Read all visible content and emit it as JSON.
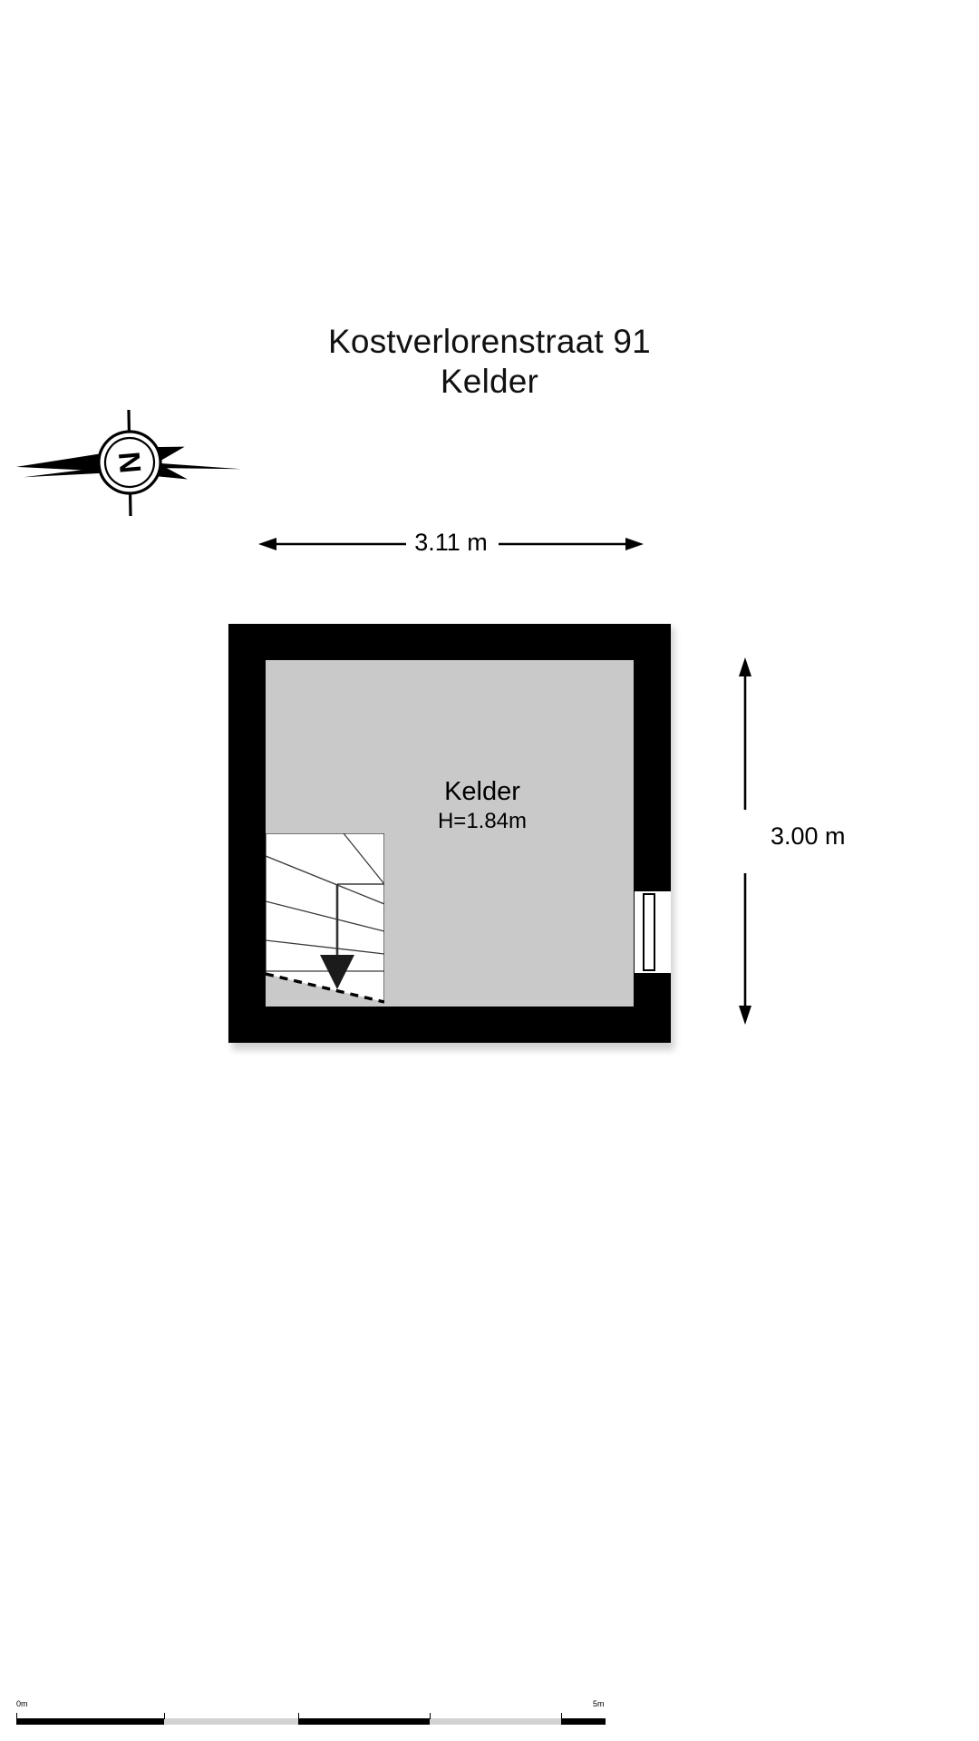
{
  "document": {
    "title_address": "Kostverlorenstraat 91",
    "title_floor": "Kelder"
  },
  "compass": {
    "icon": "compass-rose-icon",
    "north_letter": "N",
    "rotation_degrees": -95
  },
  "dimensions": {
    "width": {
      "label": "3.11 m",
      "orientation": "horizontal",
      "position": "top"
    },
    "height": {
      "label": "3.00 m",
      "orientation": "vertical",
      "position": "right"
    }
  },
  "plan": {
    "room": {
      "name": "Kelder",
      "height_label": "H=1.84m",
      "floor_color": "#c9c9c9",
      "wall_color": "#000000"
    },
    "features": [
      {
        "name": "staircase",
        "type": "winder-stairs",
        "direction": "down",
        "arrow": "down-arrow-icon"
      },
      {
        "name": "window",
        "type": "window",
        "wall": "east"
      }
    ]
  },
  "scalebar": {
    "start_label": "0m",
    "end_label": "5m",
    "segments": 5,
    "unit": "m"
  },
  "colors": {
    "wall": "#000000",
    "floor": "#c9c9c9",
    "text": "#000000",
    "background": "#ffffff"
  }
}
